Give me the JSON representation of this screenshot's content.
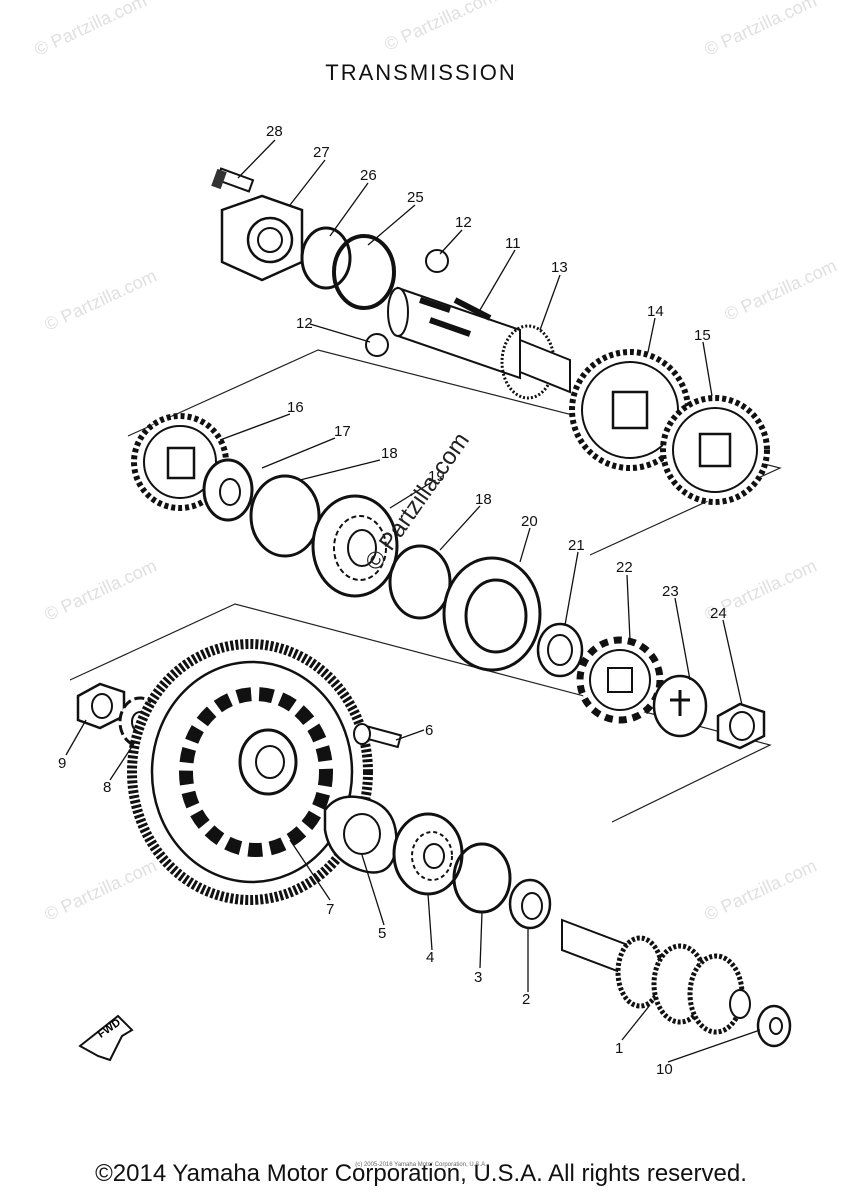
{
  "title": "TRANSMISSION",
  "fwd_label": "FWD",
  "copyright": "©2014 Yamaha Motor Corporation, U.S.A. All rights reserved.",
  "credit_small": "(c) 2005-2016 Yamaha Motor Corporation, U.S.A.",
  "watermark": "© Partzilla.com",
  "callouts": [
    "28",
    "27",
    "26",
    "25",
    "12",
    "11",
    "13",
    "14",
    "15",
    "12",
    "16",
    "17",
    "18",
    "19",
    "18",
    "20",
    "21",
    "22",
    "23",
    "24",
    "9",
    "8",
    "6",
    "7",
    "5",
    "4",
    "3",
    "2",
    "1",
    "10"
  ]
}
